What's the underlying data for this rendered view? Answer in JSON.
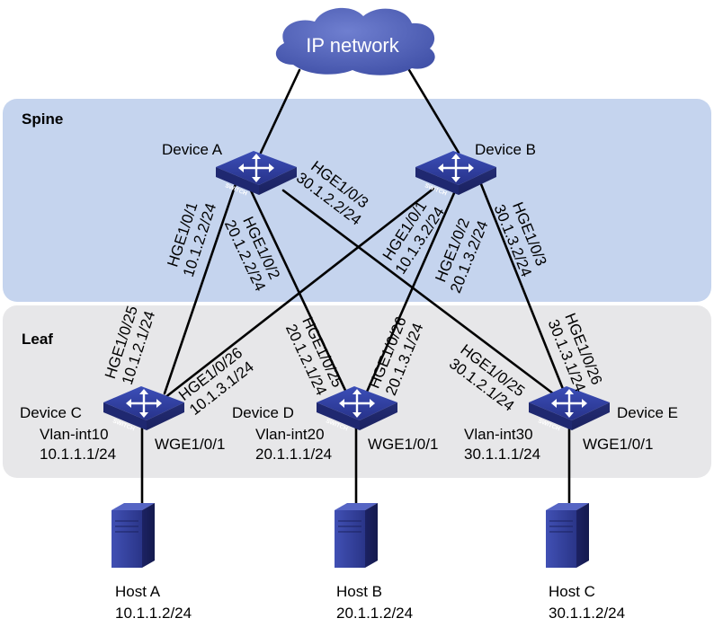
{
  "zones": {
    "spine": "Spine",
    "leaf": "Leaf"
  },
  "cloud": {
    "label": "IP network"
  },
  "switch_badge": "SWITCH",
  "devices": {
    "a": {
      "name": "Device A"
    },
    "b": {
      "name": "Device B"
    },
    "c": {
      "name": "Device C",
      "vlan": "Vlan-int10",
      "vlan_ip": "10.1.1.1/24",
      "port": "WGE1/0/1"
    },
    "d": {
      "name": "Device D",
      "vlan": "Vlan-int20",
      "vlan_ip": "20.1.1.1/24",
      "port": "WGE1/0/1"
    },
    "e": {
      "name": "Device E",
      "vlan": "Vlan-int30",
      "vlan_ip": "30.1.1.1/24",
      "port": "WGE1/0/1"
    }
  },
  "links": {
    "a_c": {
      "spine_port": "HGE1/0/1",
      "spine_ip": "10.1.2.2/24",
      "leaf_port": "HGE1/0/25",
      "leaf_ip": "10.1.2.1/24"
    },
    "a_d": {
      "spine_port": "HGE1/0/2",
      "spine_ip": "20.1.2.2/24",
      "leaf_port": "HGE1/0/25",
      "leaf_ip": "20.1.2.1/24"
    },
    "a_e": {
      "spine_port": "HGE1/0/3",
      "spine_ip": "30.1.2.2/24",
      "leaf_port": "HGE1/0/25",
      "leaf_ip": "30.1.2.1/24"
    },
    "b_c": {
      "spine_port": "HGE1/0/1",
      "spine_ip": "10.1.3.2/24",
      "leaf_port": "HGE1/0/26",
      "leaf_ip": "10.1.3.1/24"
    },
    "b_d": {
      "spine_port": "HGE1/0/2",
      "spine_ip": "20.1.3.2/24",
      "leaf_port": "HGE1/0/26",
      "leaf_ip": "20.1.3.1/24"
    },
    "b_e": {
      "spine_port": "HGE1/0/3",
      "spine_ip": "30.1.3.2/24",
      "leaf_port": "HGE1/0/26",
      "leaf_ip": "30.1.3.1/24"
    }
  },
  "hosts": {
    "a": {
      "name": "Host A",
      "ip": "10.1.1.2/24"
    },
    "b": {
      "name": "Host B",
      "ip": "20.1.1.2/24"
    },
    "c": {
      "name": "Host C",
      "ip": "30.1.1.2/24"
    }
  },
  "colors": {
    "spine_zone": "#c5d4ee",
    "leaf_zone": "#e7e7e9",
    "switch": "#2e3a8f",
    "cloud": "#4a5bb0",
    "server": "#2b3483",
    "link": "#000000"
  }
}
